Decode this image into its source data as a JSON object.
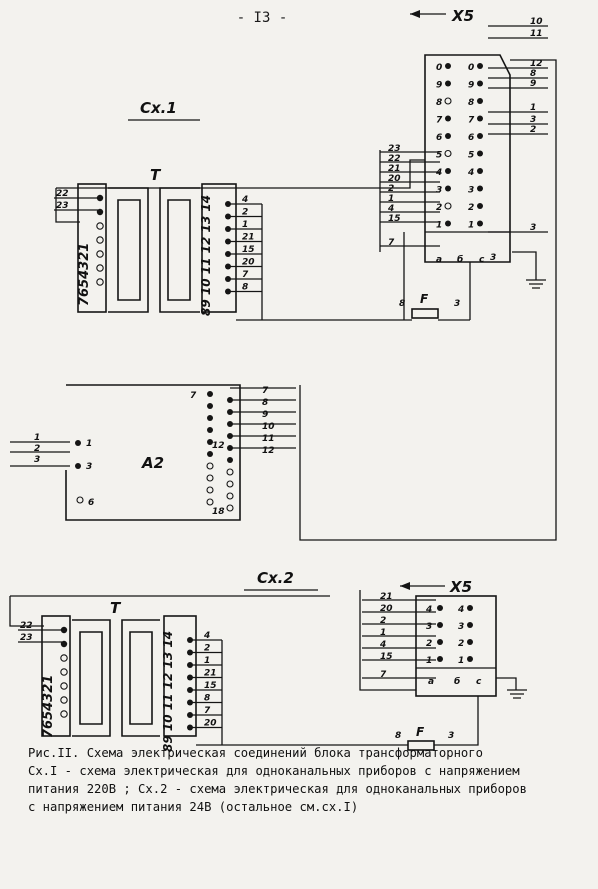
{
  "page_number": "- I3 -",
  "scheme1": {
    "title": "Сх.1",
    "transformer": {
      "label": "T",
      "primary_labels": [
        "22",
        "23"
      ],
      "primary_pins": "7654321",
      "secondary_labels": [
        "4",
        "2",
        "1",
        "21",
        "15",
        "20",
        "7",
        "8"
      ],
      "secondary_pins": "89 10 11 12 13 14"
    },
    "connector": {
      "label": "X5",
      "left_labels": [
        "23",
        "22",
        "21",
        "20",
        "2",
        "1",
        "4",
        "15",
        "7"
      ],
      "right_labels": [
        "10",
        "11",
        "12",
        "8",
        "9",
        "1",
        "3",
        "2",
        "3"
      ],
      "pins": [
        "0",
        "9",
        "8",
        "7",
        "6",
        "5",
        "4",
        "3",
        "2",
        "1"
      ],
      "cols": [
        "a",
        "б",
        "с"
      ],
      "extra": "3"
    },
    "fuse": {
      "label": "F",
      "left": "8",
      "right": "3"
    },
    "module": {
      "label": "A2",
      "left_labels": [
        "1",
        "2",
        "3"
      ],
      "right_labels": [
        "7",
        "8",
        "9",
        "10",
        "11",
        "12"
      ],
      "pins": [
        "1",
        "3",
        "6",
        "7",
        "12",
        "18"
      ]
    }
  },
  "scheme2": {
    "title": "Сх.2",
    "transformer": {
      "label": "T",
      "primary_labels": [
        "22",
        "23"
      ],
      "primary_pins": "7654321",
      "secondary_labels": [
        "4",
        "2",
        "1",
        "21",
        "15",
        "8",
        "7",
        "20"
      ],
      "secondary_pins": "89 10 11 12 13 14"
    },
    "connector": {
      "label": "X5",
      "left_labels": [
        "21",
        "20",
        "2",
        "1",
        "4",
        "15",
        "7"
      ],
      "pins": [
        "4",
        "3",
        "2",
        "1"
      ],
      "cols": [
        "a",
        "б",
        "с"
      ]
    },
    "fuse": {
      "label": "F",
      "left": "8",
      "right": "3"
    }
  },
  "caption": [
    "Рис.II. Схема электрическая соединений блока трансформаторного",
    "Сх.I - схема электрическая для одноканальных приборов с напряжением",
    "питания 220В  ; Сх.2 - схема электрическая для одноканальных приборов",
    "с напряжением питания 24В  (остальное см.сх.I)"
  ]
}
